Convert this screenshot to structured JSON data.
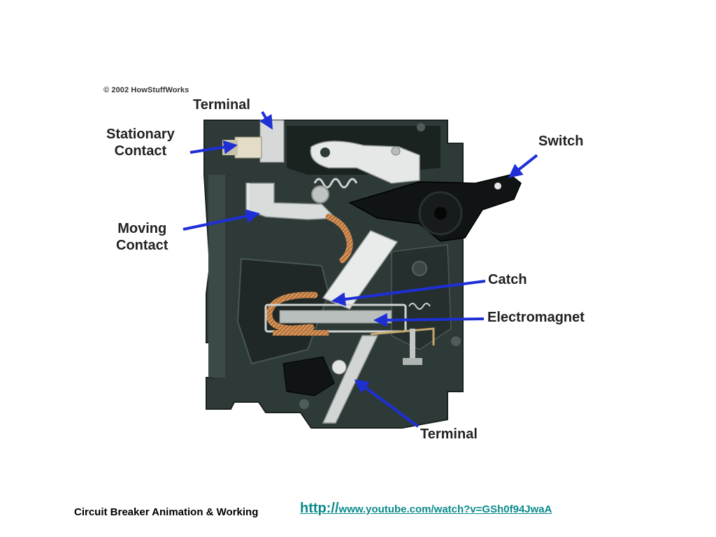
{
  "figure": {
    "copyright": "© 2002 HowStuffWorks",
    "labels": {
      "terminal_top": "Terminal",
      "stationary_line1": "Stationary",
      "stationary_line2": "Contact",
      "switch": "Switch",
      "moving_line1": "Moving",
      "moving_line2": "Contact",
      "catch": "Catch",
      "electromagnet": "Electromagnet",
      "terminal_bottom": "Terminal"
    },
    "colors": {
      "arrow": "#1e2fd6",
      "housing": "#2e3a38",
      "metal": "#c9cccc",
      "copper": "#b8733c"
    }
  },
  "footer": {
    "caption": "Circuit Breaker Animation & Working",
    "link_scheme": "http://",
    "link_rest": "www.youtube.com/watch?v=GSh0f94JwaA"
  }
}
